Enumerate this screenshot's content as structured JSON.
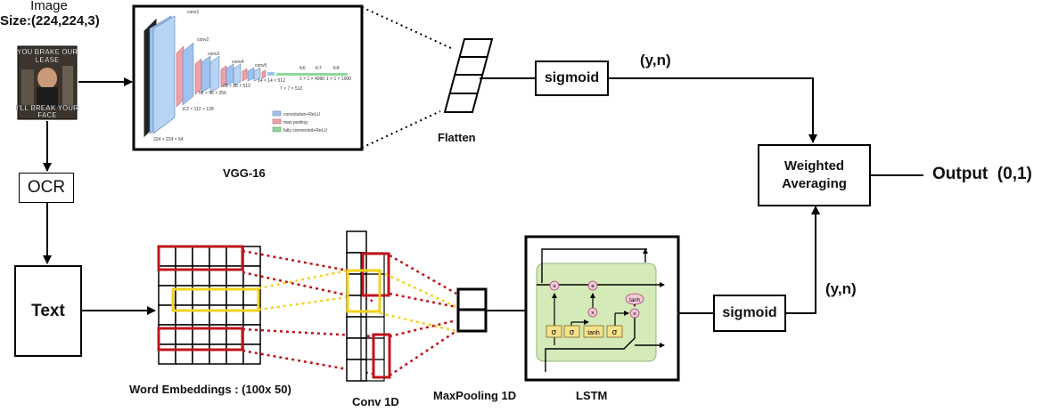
{
  "image_label_line1": "Image",
  "image_label_line2": "Size:(224,224,3)",
  "meme": {
    "top_line1": "YOU BRAKE OUR",
    "top_line2": "LEASE",
    "bottom_line1": "I'LL BREAK YOUR",
    "bottom_line2": "FACE"
  },
  "vgg": {
    "caption": "VGG-16",
    "layers": [
      "conv1",
      "conv2",
      "conv3",
      "conv4",
      "conv5",
      "fc6",
      "fc7",
      "fc8"
    ],
    "dims": [
      "224 × 224 × 64",
      "112 × 112 × 128",
      "56 × 56 × 256",
      "28 × 28 × 512",
      "14 × 14 × 512",
      "7 × 7 × 512",
      "1 × 1 × 4096",
      "1 × 1 × 1000"
    ],
    "legend": [
      "convolution+ReLU",
      "max pooling",
      "fully connected+ReLU"
    ],
    "legend_colors": [
      "#9ec3f0",
      "#f2a0a8",
      "#8fd89a"
    ]
  },
  "flatten_label": "Flatten",
  "sigmoid_label": "sigmoid",
  "yn_label": "(y,n)",
  "weighted_line1": "Weighted",
  "weighted_line2": "Averaging",
  "output_label": "Output  (0,1)",
  "ocr_label": "OCR",
  "text_label": "Text",
  "word_embeddings_label": "Word Embeddings : (100x 50)",
  "conv1d_label": "Conv 1D",
  "maxpool_label": "MaxPooling 1D",
  "lstm": {
    "caption": "LSTM",
    "gate_labels": [
      "σ",
      "σ",
      "tanh",
      "σ"
    ],
    "tanh_label": "tanh",
    "op_x": "×",
    "op_plus": "+"
  },
  "colors": {
    "highlight_red": "#c0141c",
    "highlight_yellow": "#f2d21b",
    "lstm_green": "#d4eab8"
  }
}
